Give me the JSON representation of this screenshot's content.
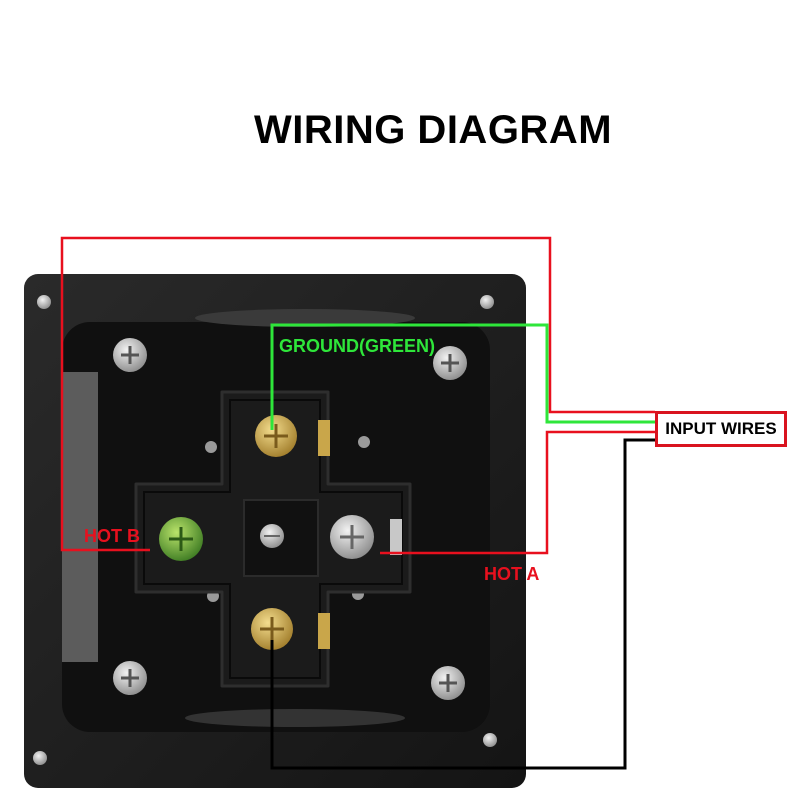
{
  "title": "WIRING DIAGRAM",
  "labels": {
    "ground": "GROUND(GREEN)",
    "hot_b": "HOT B",
    "hot_a": "HOT A",
    "input_wires": "INPUT WIRES"
  },
  "colors": {
    "hot_wire": "#e8101e",
    "ground_wire": "#2ee63a",
    "neutral_wire": "#000000",
    "panel": "#1e1e1e",
    "terminal_brass": "#c9a64a",
    "terminal_steel": "#c8c8c8",
    "terminal_green": "#5fae3a"
  }
}
